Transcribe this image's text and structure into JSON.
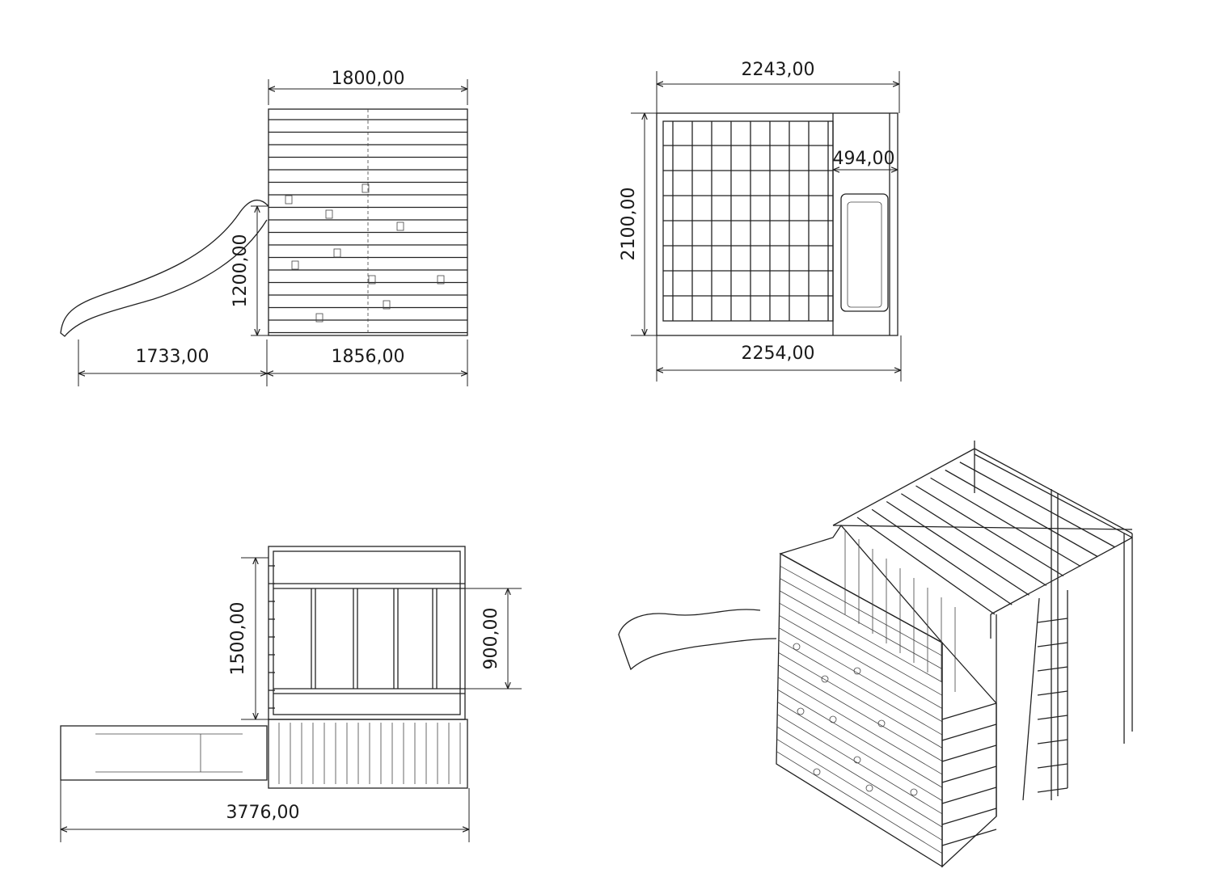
{
  "front_view": {
    "width_top": "1800,00",
    "height": "1200,00",
    "slide_length": "1733,00",
    "width_bottom": "1856,00"
  },
  "side_view": {
    "width_top": "2243,00",
    "slide_width": "494,00",
    "height": "2100,00",
    "width_bottom": "2254,00"
  },
  "top_view": {
    "depth": "1500,00",
    "inner_depth": "900,00",
    "total_length": "3776,00"
  },
  "colors": {
    "line": "#222222",
    "background": "#ffffff"
  }
}
